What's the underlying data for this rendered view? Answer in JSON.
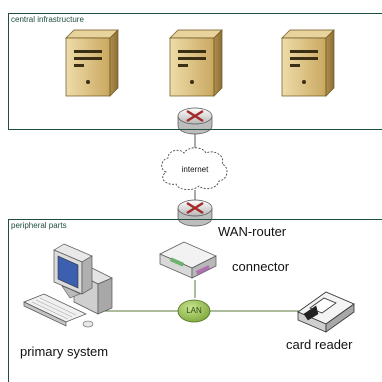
{
  "zones": {
    "central": {
      "label": "central infrastructure"
    },
    "peripheral": {
      "label": "peripheral parts"
    }
  },
  "nodes": {
    "internet": "internet",
    "wan_router": "WAN-router",
    "connector": "connector",
    "lan": "LAN",
    "primary_system": "primary system",
    "card_reader": "card reader"
  },
  "icons": {
    "server": "server-icon",
    "router": "router-icon",
    "cloud": "cloud-icon",
    "connector": "modem-icon",
    "pc": "desktop-computer-icon",
    "card_reader": "card-reader-icon"
  },
  "colors": {
    "zone_border": "#1f4e3a",
    "server_body": "#d9c08a",
    "lan_fill": "#9cc25a",
    "router_x": "#a52a2a"
  }
}
